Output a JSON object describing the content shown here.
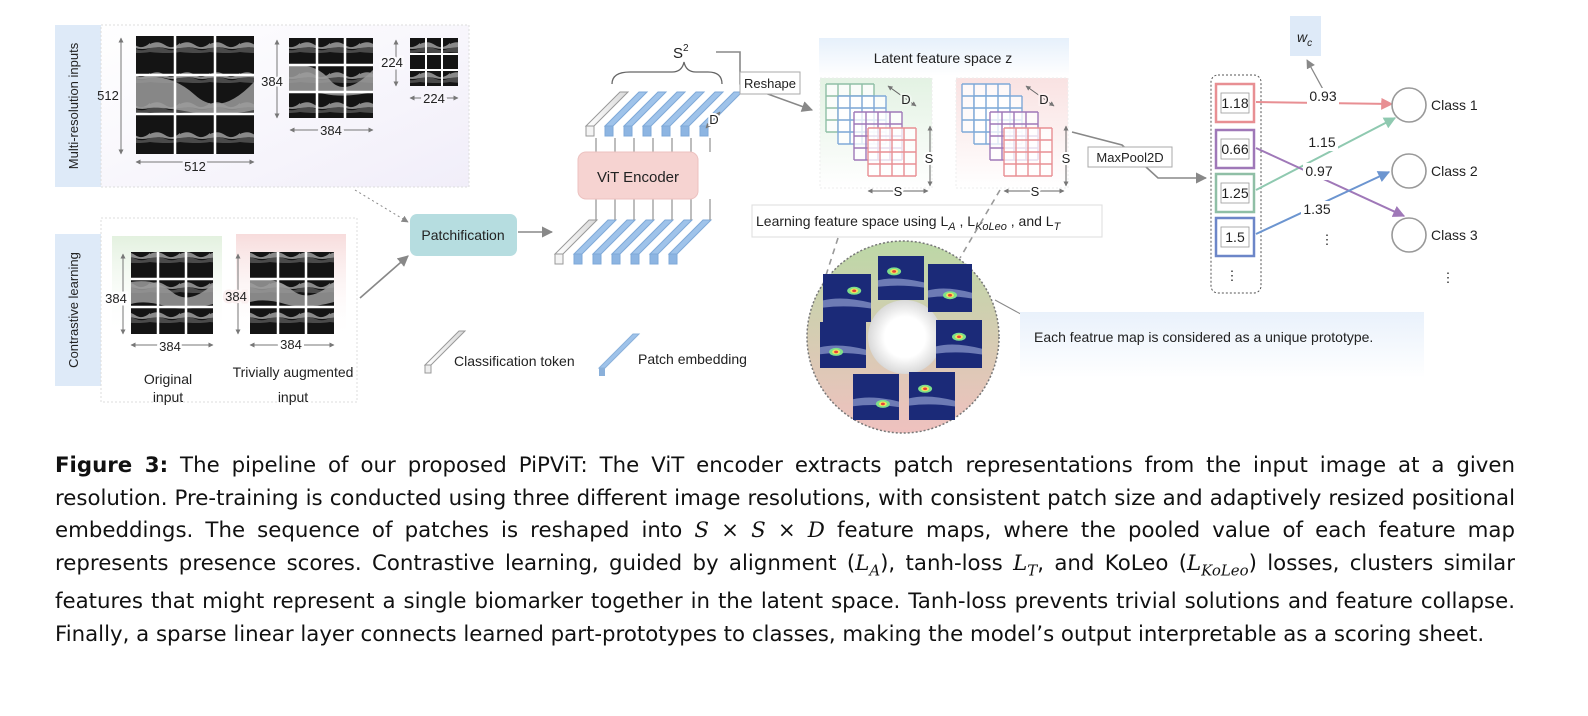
{
  "figure": {
    "side_labels": {
      "multi_resolution": "Multi-resolution inputs",
      "contrastive": "Contrastive learning"
    },
    "dims": {
      "d512": "512",
      "d384": "384",
      "d224": "224"
    },
    "input_captions": {
      "original_line1": "Original",
      "original_line2": "input",
      "augmented_line1": "Trivially augmented",
      "augmented_line2": "input"
    },
    "patchification": "Patchification",
    "vit_encoder": "ViT Encoder",
    "s2": "S",
    "s2_sup": "2",
    "d_label": "D",
    "reshape": "Reshape",
    "latent_title": "Latent feature space z",
    "s_label": "S",
    "learning_text": {
      "prefix": "Learning feature space using L",
      "sub_a": "A",
      "mid1": " , L",
      "sub_koleo": "KoLeo",
      "mid2": " , and L",
      "sub_t": "T"
    },
    "maxpool": "MaxPool2D",
    "legend": {
      "cls_token": "Classification token",
      "patch_embedding": "Patch embedding"
    },
    "prototype_note": "Each featrue map is considered as a unique prototype.",
    "scores": [
      "1.18",
      "0.66",
      "1.25",
      "1.5"
    ],
    "weights": [
      "0.93",
      "1.15",
      "0.97",
      "1.35"
    ],
    "wc_main": "w",
    "wc_sub": "c",
    "classes": [
      "Class 1",
      "Class 2",
      "Class 3"
    ],
    "ellipsis": "⋮",
    "colors": {
      "patch": "#9fc3ea",
      "vit": "#f6d3d1",
      "patchification": "#b6dde0",
      "box_red": "#e88f93",
      "box_purple": "#9f78b8",
      "box_green": "#8fbfa6",
      "box_blue": "#6c86c8"
    }
  },
  "caption": {
    "label": "Figure 3:",
    "seg1": " The pipeline of our proposed PiPViT: The ViT encoder extracts patch representations from the input image at a given resolution. Pre-training is conducted using three different image resolutions, with consistent patch size and adaptively resized positional embeddings. The sequence of patches is reshaped into ",
    "m_ssd": "S × S × D",
    "seg2": " feature maps, where the pooled value of each feature map represents presence scores. Contrastive learning, guided by alignment (",
    "m_la": "L",
    "m_la_sub": "A",
    "seg3": "), tanh-loss ",
    "m_lt": "L",
    "m_lt_sub": "T",
    "seg4": ", and KoLeo (",
    "m_lk": "L",
    "m_lk_sub": "KoLeo",
    "seg5": ") losses, clusters similar features that might represent a single biomarker together in the latent space. Tanh-loss prevents trivial solutions and feature collapse. Finally, a sparse linear layer connects learned part-prototypes to classes, making the model’s output interpretable as a scoring sheet."
  }
}
